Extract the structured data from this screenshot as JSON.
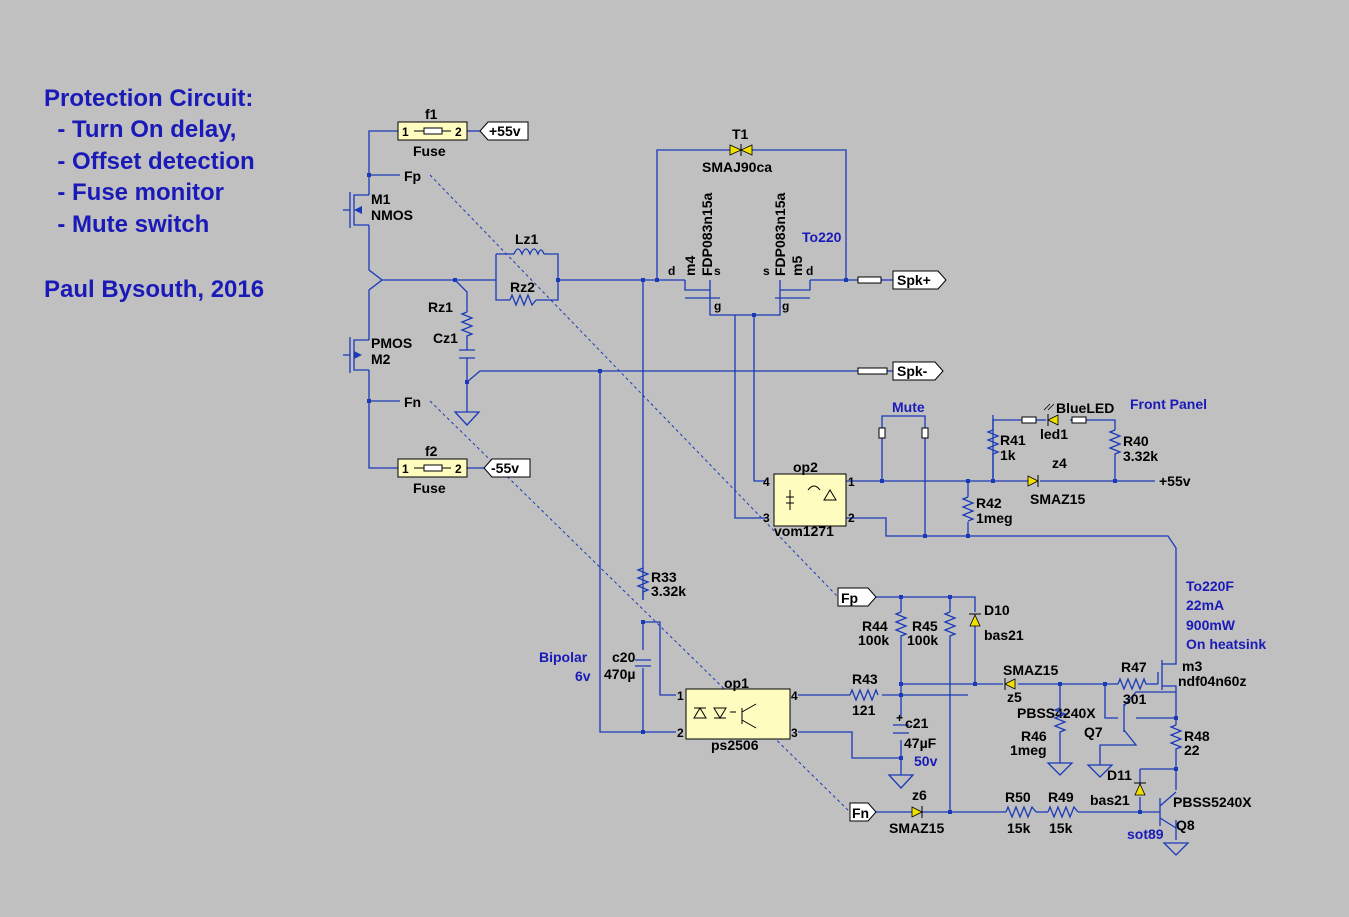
{
  "title_lines": [
    "Protection Circuit:",
    "  - Turn On delay,",
    "  - Offset detection",
    "  - Fuse monitor",
    "  - Mute switch"
  ],
  "author": "Paul Bysouth,  2016",
  "notes": {
    "to220": "To220",
    "front_panel": "Front Panel",
    "mute": "Mute",
    "bipolar": "Bipolar",
    "bipolar_v": "6v",
    "c21_v": "50v",
    "to220f": "To220F",
    "current": "22mA",
    "power": "900mW",
    "heatsink": "On heatsink",
    "sot89": "sot89"
  },
  "nets": {
    "plus55": "+55v",
    "minus55": "-55v",
    "spk_plus": "Spk+",
    "spk_minus": "Spk-",
    "plus55_right": "+55v",
    "fp_top": "Fp",
    "fn_top": "Fn",
    "fp_flag": "Fp",
    "fn_flag": "Fn"
  },
  "pins": {
    "f1_1": "1",
    "f1_2": "2",
    "f2_1": "1",
    "f2_2": "2",
    "d": "d",
    "s": "s",
    "g": "g",
    "op2_1": "1",
    "op2_2": "2",
    "op2_3": "3",
    "op2_4": "4",
    "op1_1": "1",
    "op1_2": "2",
    "op1_3": "3",
    "op1_4": "4"
  },
  "components": {
    "f1": "f1",
    "f1_val": "Fuse",
    "f2": "f2",
    "f2_val": "Fuse",
    "m1": "M1",
    "m1_val": "NMOS",
    "m2_val": "PMOS",
    "m2": "M2",
    "lz1": "Lz1",
    "rz2": "Rz2",
    "rz1": "Rz1",
    "cz1": "Cz1",
    "t1": "T1",
    "t1_val": "SMAJ90ca",
    "m4": "m4",
    "m4_val": "FDP083n15a",
    "m5": "m5",
    "m5_val": "FDP083n15a",
    "op2": "op2",
    "op2_val": "vom1271",
    "led1_val": "BlueLED",
    "led1": "led1",
    "r41": "R41",
    "r41_val": "1k",
    "r40": "R40",
    "r40_val": "3.32k",
    "z4": "z4",
    "z4_val": "SMAZ15",
    "r42": "R42",
    "r42_val": "1meg",
    "r33": "R33",
    "r33_val": "3.32k",
    "c20": "c20",
    "c20_val": "470µ",
    "op1": "op1",
    "op1_val": "ps2506",
    "r43": "R43",
    "r43_val": "121",
    "r44": "R44",
    "r44_val": "100k",
    "r45": "R45",
    "r45_val": "100k",
    "d10": "D10",
    "d10_val": "bas21",
    "c21": "c21",
    "c21_val": "47µF",
    "z5_val": "SMAZ15",
    "z5": "z5",
    "r47": "R47",
    "r47_val": "301",
    "m3": "m3",
    "m3_val": "ndf04n60z",
    "q7_val": "PBSS4240X",
    "q7": "Q7",
    "r46": "R46",
    "r46_val": "1meg",
    "r48": "R48",
    "r48_val": "22",
    "d11": "D11",
    "d11_val": "bas21",
    "q8_val": "PBSS5240X",
    "q8": "Q8",
    "z6": "z6",
    "z6_val": "SMAZ15",
    "r50": "R50",
    "r50_val": "15k",
    "r49": "R49",
    "r49_val": "15k"
  },
  "colors": {
    "background": "#c0c0c0",
    "wire": "#1a3ab8",
    "component_box": "#fffcc0",
    "note_text": "#1a1ab8"
  }
}
